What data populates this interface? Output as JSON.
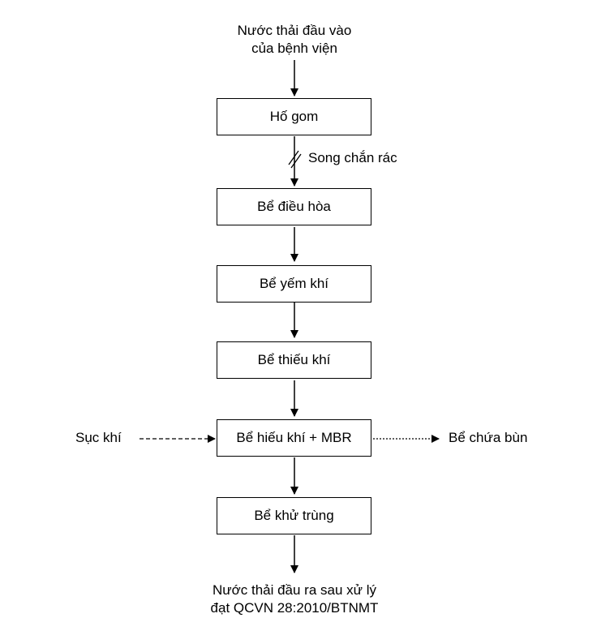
{
  "input": {
    "line1": "Nước thải đầu vào",
    "line2": "của bệnh viện"
  },
  "steps": {
    "collection_pit": "Hố gom",
    "equalization_tank": "Bể điều hòa",
    "anaerobic_tank": "Bể yếm khí",
    "anoxic_tank": "Bể thiếu khí",
    "aerobic_mbr_tank": "Bể hiếu khí + MBR",
    "disinfection_tank": "Bể khử trùng"
  },
  "screen_label": "Song chắn rác",
  "aeration_label": "Sục khí",
  "sludge_label": "Bể chứa bùn",
  "output": {
    "line1": "Nước thải đầu ra sau xử lý",
    "line2": "đạt QCVN 28:2010/BTNMT"
  }
}
